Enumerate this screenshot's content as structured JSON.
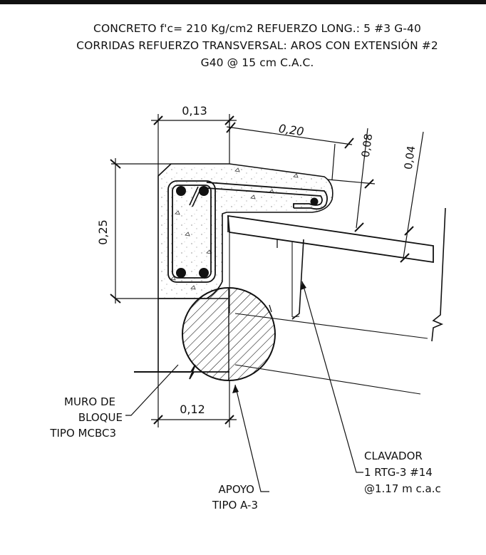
{
  "header": {
    "line1": "CONCRETO f'c= 210 Kg/cm2 REFUERZO LONG.: 5 #3 G-40",
    "line2": "CORRIDAS REFUERZO TRANSVERSAL: AROS CON EXTENSIÓN #2",
    "line3": "G40 @ 15 cm C.A.C."
  },
  "dimensions": {
    "top_width": "0,13",
    "top_slope": "0,20",
    "roof_08": "0,08",
    "roof_04": "0,04",
    "height": "0,25",
    "bottom_width": "0,12"
  },
  "labels": {
    "muro": [
      "MURO DE",
      "BLOQUE",
      "TIPO MCBC3"
    ],
    "apoyo": [
      "APOYO",
      "TIPO A-3"
    ],
    "clavador": [
      "CLAVADOR",
      "1 RTG-3 #14",
      "@1.17 m c.a.c"
    ]
  }
}
